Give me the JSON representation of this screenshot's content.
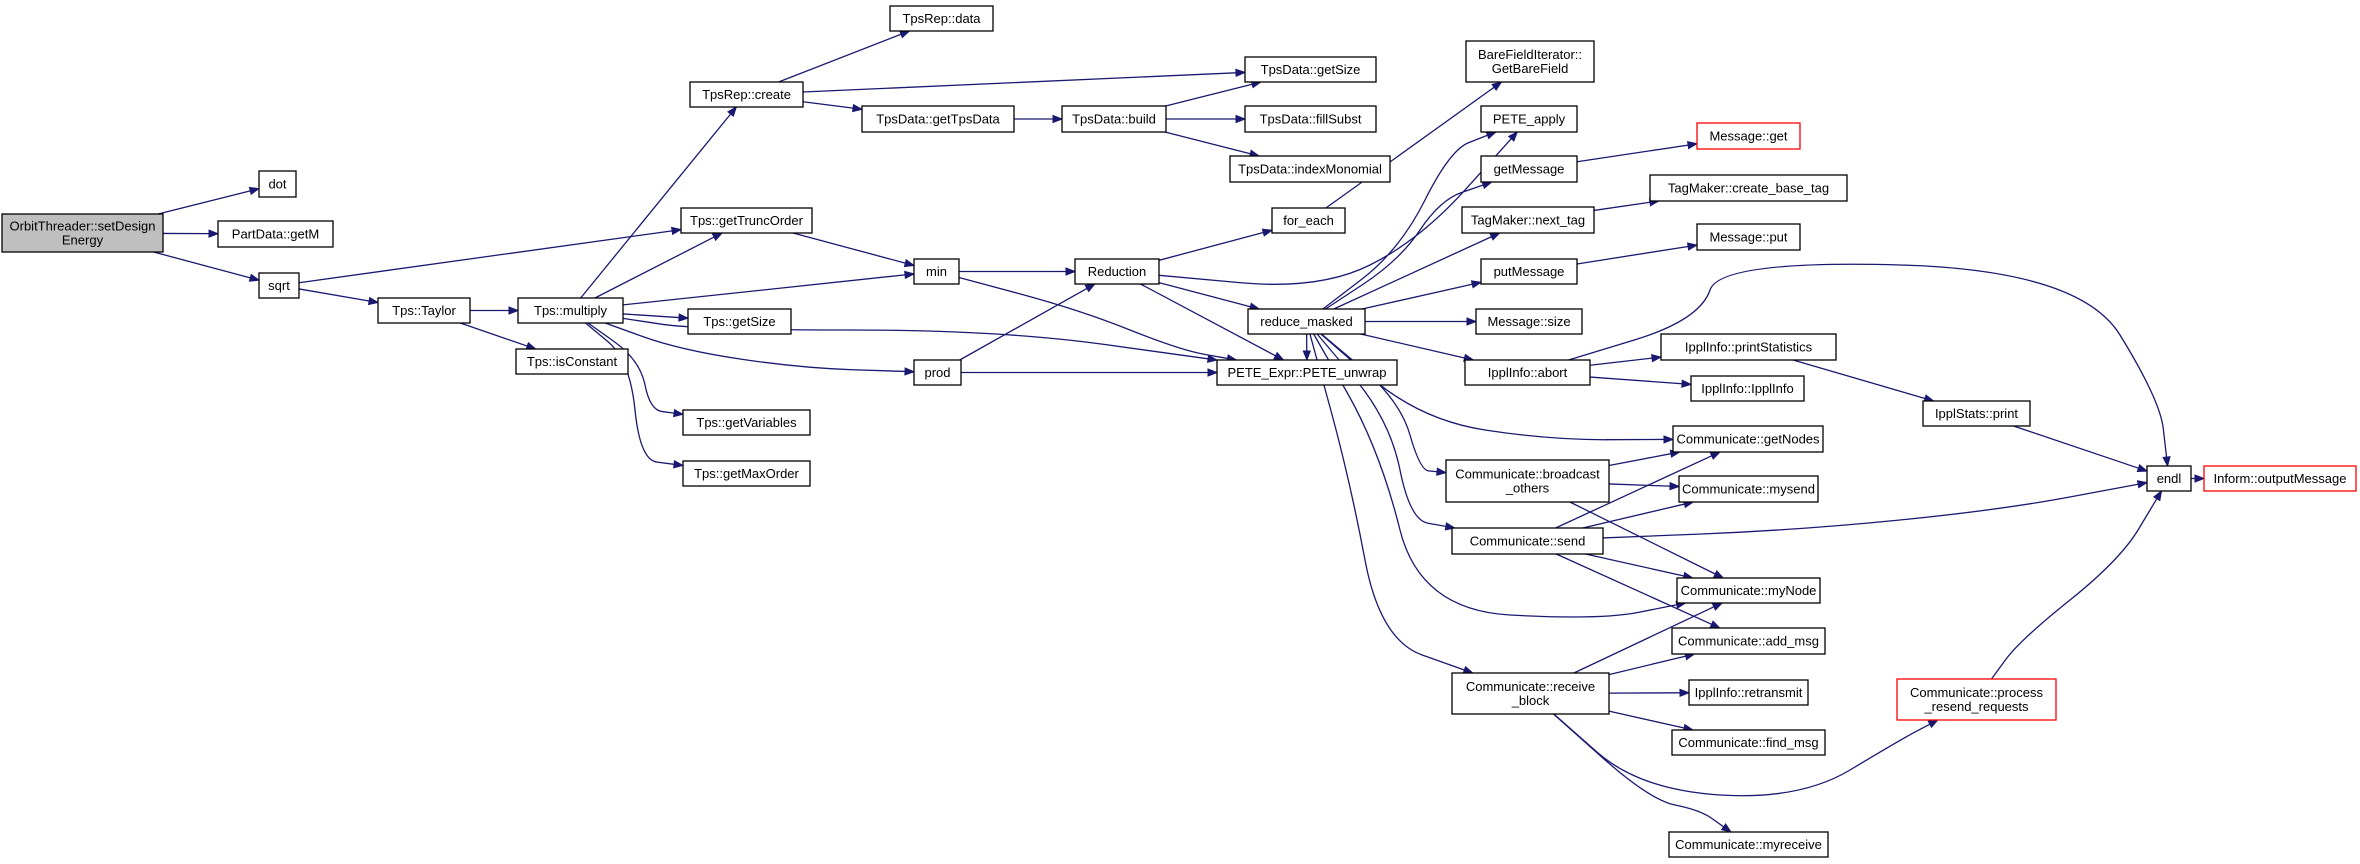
{
  "colors": {
    "edge": "#191970",
    "root_fill": "#bfbfbf",
    "node_border": "#000000",
    "truncated_border": "#ff0000"
  },
  "nodes": {
    "orbit": {
      "lines": [
        "OrbitThreader::setDesign",
        "Energy"
      ],
      "root": true
    },
    "dot": {
      "lines": [
        "dot"
      ]
    },
    "getM": {
      "lines": [
        "PartData::getM"
      ]
    },
    "sqrt": {
      "lines": [
        "sqrt"
      ]
    },
    "taylor": {
      "lines": [
        "Tps::Taylor"
      ]
    },
    "multiply": {
      "lines": [
        "Tps::multiply"
      ]
    },
    "isConstant": {
      "lines": [
        "Tps::isConstant"
      ]
    },
    "tpsrepCreate": {
      "lines": [
        "TpsRep::create"
      ]
    },
    "tpsrepData": {
      "lines": [
        "TpsRep::data"
      ]
    },
    "getTruncOrder": {
      "lines": [
        "Tps::getTruncOrder"
      ]
    },
    "tpsGetSize": {
      "lines": [
        "Tps::getSize"
      ]
    },
    "getVariables": {
      "lines": [
        "Tps::getVariables"
      ]
    },
    "getMaxOrder": {
      "lines": [
        "Tps::getMaxOrder"
      ]
    },
    "getTpsData": {
      "lines": [
        "TpsData::getTpsData"
      ]
    },
    "build": {
      "lines": [
        "TpsData::build"
      ]
    },
    "tdGetSize": {
      "lines": [
        "TpsData::getSize"
      ]
    },
    "fillSubst": {
      "lines": [
        "TpsData::fillSubst"
      ]
    },
    "indexMonomial": {
      "lines": [
        "TpsData::indexMonomial"
      ]
    },
    "min": {
      "lines": [
        "min"
      ]
    },
    "prod": {
      "lines": [
        "prod"
      ]
    },
    "reduction": {
      "lines": [
        "Reduction"
      ]
    },
    "forEach": {
      "lines": [
        "for_each"
      ]
    },
    "reduceMasked": {
      "lines": [
        "reduce_masked"
      ]
    },
    "peteUnwrap": {
      "lines": [
        "PETE_Expr::PETE_unwrap"
      ]
    },
    "bareField": {
      "lines": [
        "BareFieldIterator::",
        "GetBareField"
      ]
    },
    "peteApply": {
      "lines": [
        "PETE_apply"
      ]
    },
    "getMessage": {
      "lines": [
        "getMessage"
      ]
    },
    "nextTag": {
      "lines": [
        "TagMaker::next_tag"
      ]
    },
    "putMessage": {
      "lines": [
        "putMessage"
      ]
    },
    "msgSize": {
      "lines": [
        "Message::size"
      ]
    },
    "abort": {
      "lines": [
        "IpplInfo::abort"
      ]
    },
    "broadcast": {
      "lines": [
        "Communicate::broadcast",
        "_others"
      ]
    },
    "send": {
      "lines": [
        "Communicate::send"
      ]
    },
    "receiveBlock": {
      "lines": [
        "Communicate::receive",
        "_block"
      ]
    },
    "msgGet": {
      "lines": [
        "Message::get"
      ],
      "truncated": true
    },
    "createBaseTag": {
      "lines": [
        "TagMaker::create_base_tag"
      ]
    },
    "msgPut": {
      "lines": [
        "Message::put"
      ]
    },
    "printStatistics": {
      "lines": [
        "IpplInfo::printStatistics"
      ]
    },
    "ipplInfo": {
      "lines": [
        "IpplInfo::IpplInfo"
      ]
    },
    "getNodes": {
      "lines": [
        "Communicate::getNodes"
      ]
    },
    "mysend": {
      "lines": [
        "Communicate::mysend"
      ]
    },
    "myNode": {
      "lines": [
        "Communicate::myNode"
      ]
    },
    "addMsg": {
      "lines": [
        "Communicate::add_msg"
      ]
    },
    "retransmit": {
      "lines": [
        "IpplInfo::retransmit"
      ]
    },
    "findMsg": {
      "lines": [
        "Communicate::find_msg"
      ]
    },
    "myreceive": {
      "lines": [
        "Communicate::myreceive"
      ]
    },
    "statsPrint": {
      "lines": [
        "IpplStats::print"
      ]
    },
    "processResend": {
      "lines": [
        "Communicate::process",
        "_resend_requests"
      ],
      "truncated": true
    },
    "endl": {
      "lines": [
        "endl"
      ]
    },
    "outputMessage": {
      "lines": [
        "Inform::outputMessage"
      ],
      "truncated": true
    }
  },
  "edges": [
    [
      "orbit",
      "dot"
    ],
    [
      "orbit",
      "getM"
    ],
    [
      "orbit",
      "sqrt"
    ],
    [
      "sqrt",
      "getTruncOrder"
    ],
    [
      "sqrt",
      "taylor"
    ],
    [
      "taylor",
      "multiply"
    ],
    [
      "taylor",
      "isConstant"
    ],
    [
      "multiply",
      "tpsrepCreate"
    ],
    [
      "multiply",
      "getTruncOrder"
    ],
    [
      "multiply",
      "min"
    ],
    [
      "multiply",
      "tpsGetSize"
    ],
    [
      "multiply",
      "getVariables"
    ],
    [
      "multiply",
      "getMaxOrder"
    ],
    [
      "multiply",
      "prod"
    ],
    [
      "multiply",
      "peteUnwrap"
    ],
    [
      "tpsrepCreate",
      "tpsrepData"
    ],
    [
      "tpsrepCreate",
      "tdGetSize"
    ],
    [
      "tpsrepCreate",
      "getTpsData"
    ],
    [
      "getTpsData",
      "build"
    ],
    [
      "build",
      "tdGetSize"
    ],
    [
      "build",
      "fillSubst"
    ],
    [
      "build",
      "indexMonomial"
    ],
    [
      "getTruncOrder",
      "min"
    ],
    [
      "min",
      "reduction"
    ],
    [
      "min",
      "peteUnwrap"
    ],
    [
      "prod",
      "reduction"
    ],
    [
      "prod",
      "peteUnwrap"
    ],
    [
      "reduction",
      "forEach"
    ],
    [
      "reduction",
      "reduceMasked"
    ],
    [
      "reduction",
      "peteUnwrap"
    ],
    [
      "reduction",
      "peteApply"
    ],
    [
      "forEach",
      "bareField"
    ],
    [
      "reduceMasked",
      "peteApply"
    ],
    [
      "reduceMasked",
      "getMessage"
    ],
    [
      "reduceMasked",
      "nextTag"
    ],
    [
      "reduceMasked",
      "putMessage"
    ],
    [
      "reduceMasked",
      "msgSize"
    ],
    [
      "reduceMasked",
      "abort"
    ],
    [
      "reduceMasked",
      "getNodes"
    ],
    [
      "reduceMasked",
      "broadcast"
    ],
    [
      "reduceMasked",
      "send"
    ],
    [
      "reduceMasked",
      "myNode"
    ],
    [
      "reduceMasked",
      "receiveBlock"
    ],
    [
      "reduceMasked",
      "peteUnwrap"
    ],
    [
      "getMessage",
      "msgGet"
    ],
    [
      "nextTag",
      "createBaseTag"
    ],
    [
      "putMessage",
      "msgPut"
    ],
    [
      "abort",
      "printStatistics"
    ],
    [
      "abort",
      "ipplInfo"
    ],
    [
      "abort",
      "endl"
    ],
    [
      "broadcast",
      "getNodes"
    ],
    [
      "broadcast",
      "mysend"
    ],
    [
      "broadcast",
      "myNode"
    ],
    [
      "send",
      "getNodes"
    ],
    [
      "send",
      "mysend"
    ],
    [
      "send",
      "myNode"
    ],
    [
      "send",
      "addMsg"
    ],
    [
      "send",
      "endl"
    ],
    [
      "receiveBlock",
      "myNode"
    ],
    [
      "receiveBlock",
      "addMsg"
    ],
    [
      "receiveBlock",
      "retransmit"
    ],
    [
      "receiveBlock",
      "findMsg"
    ],
    [
      "receiveBlock",
      "myreceive"
    ],
    [
      "receiveBlock",
      "processResend"
    ],
    [
      "printStatistics",
      "statsPrint"
    ],
    [
      "statsPrint",
      "endl"
    ],
    [
      "processResend",
      "endl"
    ],
    [
      "endl",
      "outputMessage"
    ]
  ]
}
